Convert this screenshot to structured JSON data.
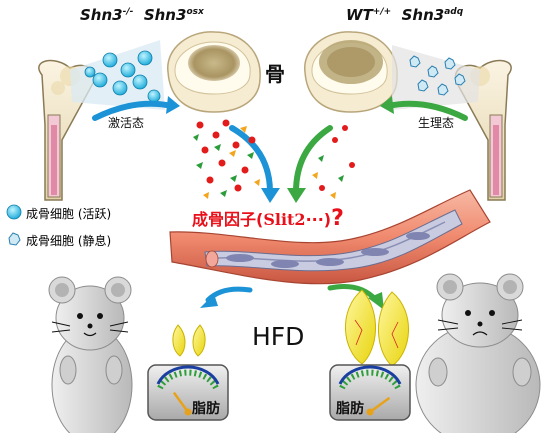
{
  "header": {
    "left_label_shn3": "Shn3",
    "left_label_shn3_sup": "-/-",
    "left_label_osx": "Shn3",
    "left_label_osx_sup": "osx",
    "right_label_wt": "WT",
    "right_label_wt_sup": "+/+",
    "right_label_adq": "Shn3",
    "right_label_adq_sup": "adq"
  },
  "center": {
    "bone_label": "骨",
    "factor_prefix": "成骨因子(",
    "factor_slit": "Slit2",
    "factor_dots": "···)",
    "factor_q": "?",
    "hfd_label": "HFD"
  },
  "states": {
    "active_label": "激活态",
    "physiological_label": "生理态"
  },
  "legend": {
    "active_cell": "成骨细胞 (活跃)",
    "quiescent_cell": "成骨细胞 (静息)"
  },
  "gauges": {
    "left_label": "脂肪",
    "right_label": "脂肪",
    "left_level": 0.3,
    "right_level": 0.8
  },
  "colors": {
    "active_arrow": "#1c93d6",
    "physiological_arrow": "#3ba842",
    "factor_text": "#e8101a",
    "fat_yellow": "#f2e61a",
    "gauge_green": "#2e9e3a",
    "gauge_blue": "#1a3fa0"
  }
}
